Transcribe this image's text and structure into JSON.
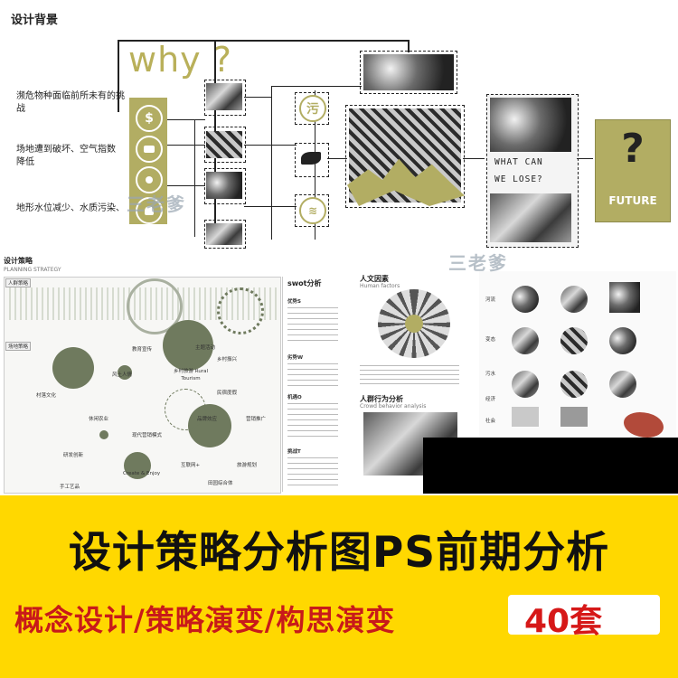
{
  "top_panel": {
    "section_title": "设计背景",
    "why_text": "why ?",
    "notes": [
      "濒危物种面临前所未有的挑战",
      "场地遭到破坏、空气指数降低",
      "地形水位减少、水质污染、"
    ],
    "icon_dollar": "$",
    "icon_pollution": "污",
    "what_can_lines": [
      "WHAT CAN",
      "WE LOSE?"
    ],
    "future_mark": "?",
    "future_label": "FUTURE",
    "watermark": "三老爹"
  },
  "middle_panels": {
    "strategy_title": "设计策略",
    "strategy_sub": "PLANNING STRATEGY",
    "tag_people": "人群策略",
    "tag_landscape": "场地策略",
    "swot_title": "swot分析",
    "swot_items": [
      "优势S",
      "劣势W",
      "机遇O",
      "挑战T"
    ],
    "center_label": "乡村旅游 Rural Tourism",
    "node_labels": [
      "教育宣传",
      "主题活动",
      "风土人情",
      "村落文化",
      "品牌效应",
      "营销推广",
      "休闲农业",
      "研发创新",
      "Create & Enjoy",
      "现代营销模式",
      "互联网+",
      "旅游规划",
      "田园综合体",
      "手工艺品",
      "民宿度假",
      "乡村振兴"
    ],
    "human_title": "人文因素",
    "human_sub": "Human factors",
    "crowd_title": "人群行为分析",
    "crowd_sub": "Crowd behavior analysis",
    "right_labels": [
      "河流",
      "变态",
      "污水",
      "经济",
      "社会"
    ],
    "watermark": "三老爹"
  },
  "banner": {
    "main_title": "设计策略分析图PS前期分析",
    "subtitle": "概念设计/策略演变/构思演变",
    "count": "40套"
  },
  "colors": {
    "olive": "#b2ad63",
    "banner_yellow": "#ffd800",
    "subtitle_red": "#c81a1a"
  }
}
